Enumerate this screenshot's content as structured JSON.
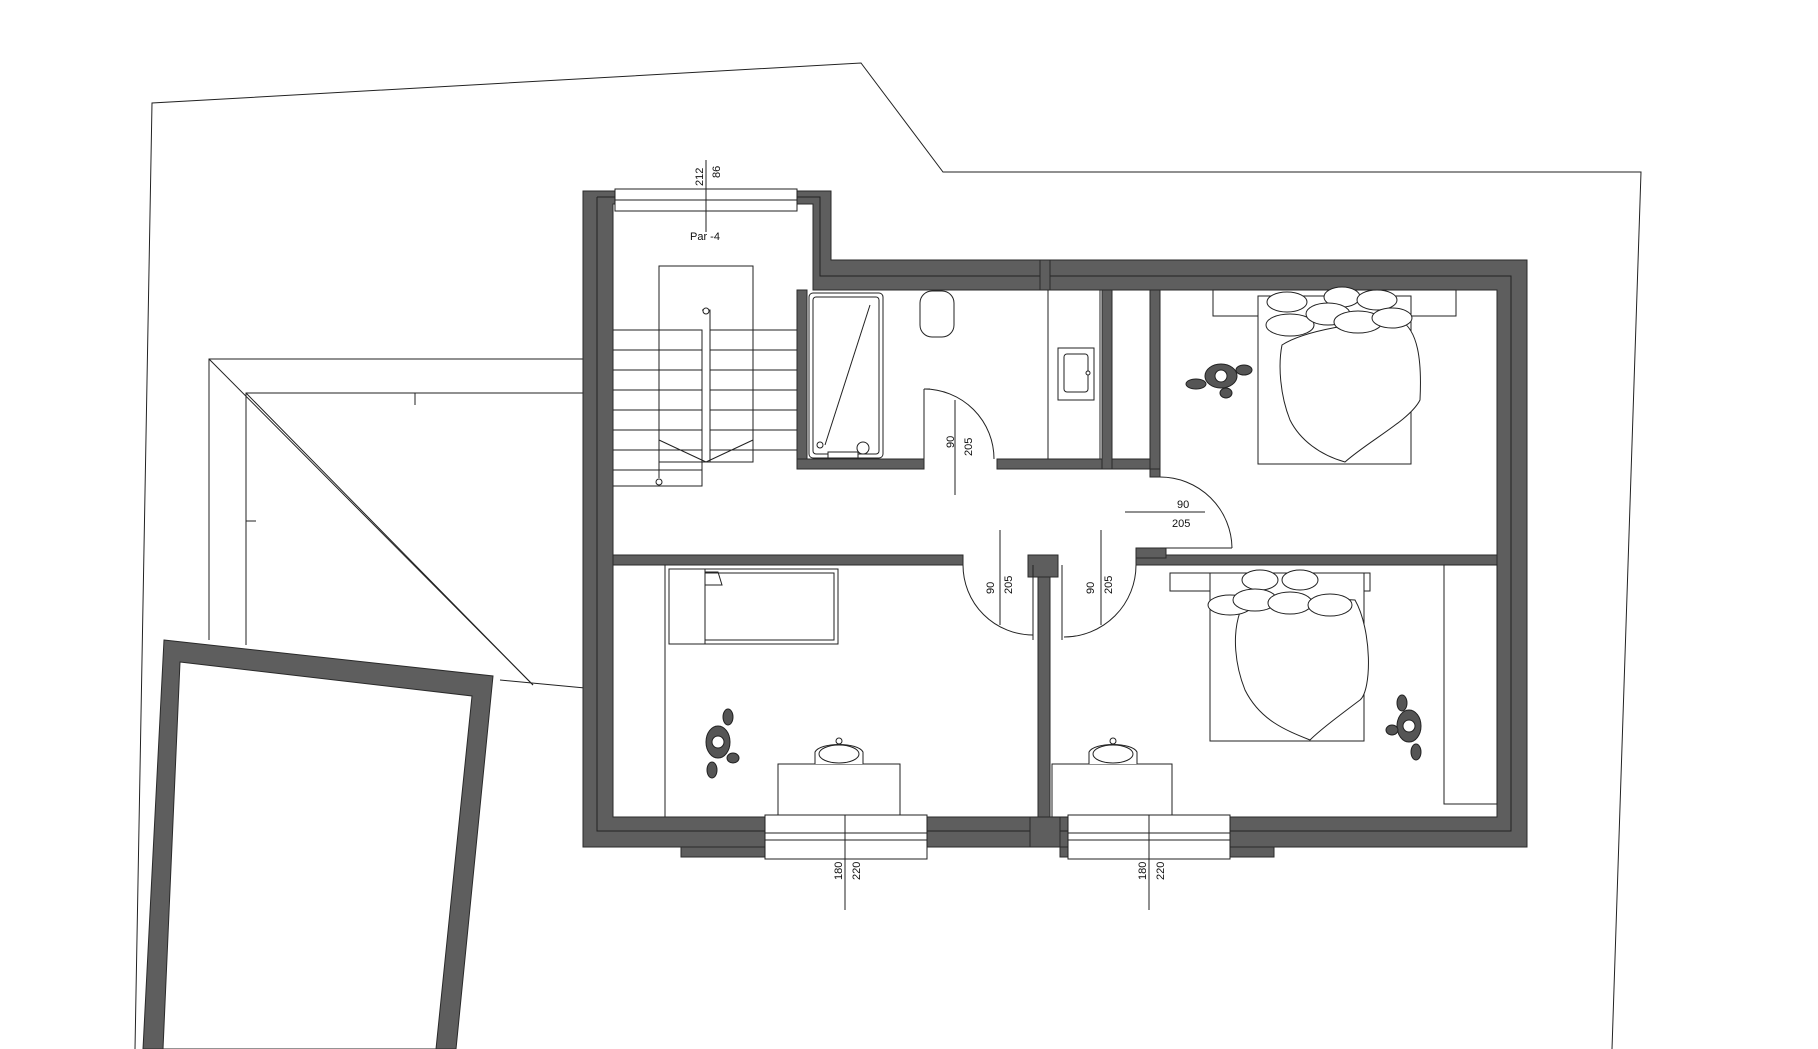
{
  "plan": {
    "stair_window": {
      "sill_height": "212",
      "width": "86"
    },
    "stair_label": "Par -4",
    "bathroom_door": {
      "width": "90",
      "height": "205"
    },
    "bedroom_ne_door": {
      "width": "90",
      "height": "205"
    },
    "bedroom_sw_door": {
      "width": "90",
      "height": "205"
    },
    "bedroom_se_door": {
      "width": "90",
      "height": "205"
    },
    "window_south_left": {
      "sill_height": "180",
      "width": "220"
    },
    "window_south_right": {
      "sill_height": "180",
      "width": "220"
    }
  }
}
